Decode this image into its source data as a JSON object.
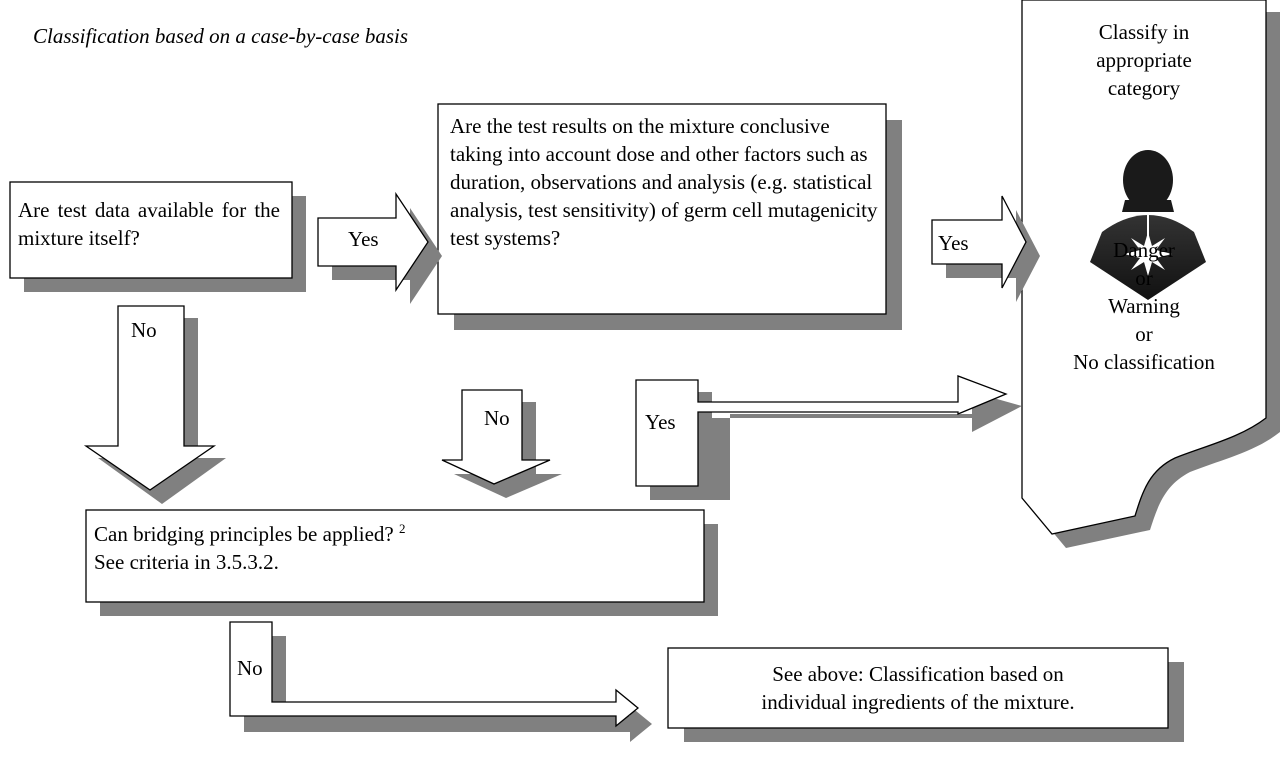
{
  "title": "Classification based on a case-by-case basis",
  "boxes": {
    "q_test_data": "Are test data available for the mixture itself?",
    "q_conclusive": "Are the test results on the mixture conclusive taking into account dose and other factors such as duration, observations and analysis (e.g. statistical analysis, test sensitivity) of germ cell mutagenicity test systems?",
    "q_bridging_line1": "Can bridging principles be applied?",
    "q_bridging_footnote": "2",
    "q_bridging_line2": "See criteria in 3.5.3.2.",
    "see_above_line1": "See above:  Classification based on",
    "see_above_line2": "individual ingredients of the mixture."
  },
  "result": {
    "classify": [
      "Classify in",
      "appropriate",
      "category"
    ],
    "outcomes": [
      "Danger",
      "or",
      "Warning",
      "or",
      "No classification"
    ],
    "pictogram": "health-hazard-icon"
  },
  "arrows": {
    "yes1": "Yes",
    "yes2": "Yes",
    "yes3": "Yes",
    "no1": "No",
    "no2": "No",
    "no3": "No"
  }
}
